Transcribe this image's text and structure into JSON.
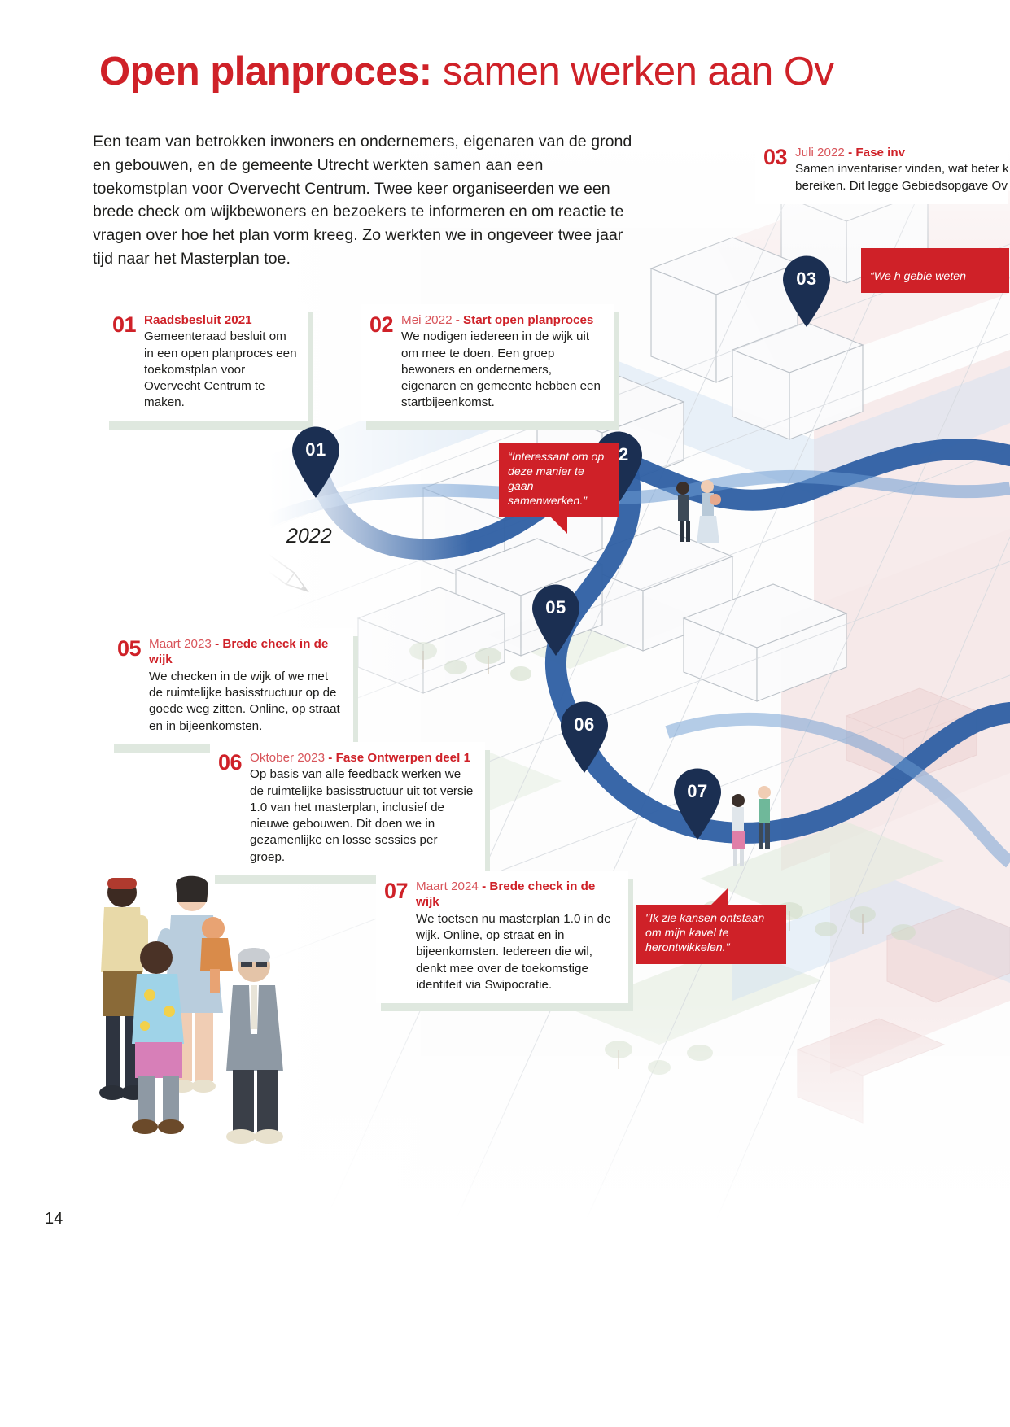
{
  "page": {
    "number": "14",
    "accent_red": "#cf2128",
    "pin_navy": "#1b2f52",
    "route_blue": "#2e5fa3",
    "card_shadow_green": "#dfe8df"
  },
  "title": {
    "bold_part": "Open planproces:",
    "light_part": " samen werken aan Ov"
  },
  "intro": {
    "text": "Een team van betrokken inwoners en ondernemers, eigenaren van de grond en gebouwen, en de gemeente Utrecht werkten samen aan een toekomstplan voor Overvecht Centrum. Twee keer organiseerden we een brede check om wijkbewoners en bezoekers te informeren en om reactie te vragen over hoe het plan vorm kreeg. Zo werkten we in ongeveer twee jaar tijd naar het Masterplan toe."
  },
  "year_label": "2022",
  "steps": [
    {
      "num": "01",
      "date": "",
      "separator": "",
      "topic": "Raadsbesluit 2021",
      "text": "Gemeenteraad besluit om in een open planproces een toekomstplan voor Overvecht Centrum te maken."
    },
    {
      "num": "02",
      "date": "Mei 2022",
      "separator": " - ",
      "topic": "Start open planproces",
      "text": "We nodigen iedereen in de wijk uit om mee te doen. Een groep bewoners en ondernemers, eigenaren en gemeente hebben een startbijeenkomst."
    },
    {
      "num": "03",
      "date": "Juli 2022",
      "separator": " - ",
      "topic": "Fase inv",
      "text": "Samen inventariser vinden, wat beter k bereiken. Dit legge Gebiedsopgave Ov"
    },
    {
      "num": "05",
      "date": "Maart 2023",
      "separator": " - ",
      "topic": "Brede check in de wijk",
      "text": "We checken in de wijk of we met de ruimtelijke basisstructuur op de goede weg zitten. Online, op straat en in bijeenkomsten."
    },
    {
      "num": "06",
      "date": "Oktober 2023",
      "separator": "  - ",
      "topic": "Fase Ontwerpen deel 1",
      "text": "Op basis van alle feedback werken we de ruimtelijke basisstructuur uit tot versie 1.0 van het masterplan, inclusief de nieuwe gebouwen. Dit doen we in gezamenlijke en losse sessies per groep."
    },
    {
      "num": "07",
      "date": "Maart 2024",
      "separator": " - ",
      "topic": "Brede check in de wijk",
      "text": "We toetsen nu masterplan 1.0 in de wijk. Online, op straat en in bijeenkomsten. Iedereen die wil, denkt mee over de toekomstige identiteit via Swipocratie."
    }
  ],
  "pins": [
    {
      "label": "01"
    },
    {
      "label": "02"
    },
    {
      "label": "03"
    },
    {
      "label": "05"
    },
    {
      "label": "06"
    },
    {
      "label": "07"
    }
  ],
  "quotes": [
    {
      "text": "“Interessant om op deze manier te gaan samenwerken.”"
    },
    {
      "text": "“We h gebie weten"
    },
    {
      "text": "\"Ik zie kansen ontstaan om mijn kavel te herontwikkelen.\""
    }
  ]
}
